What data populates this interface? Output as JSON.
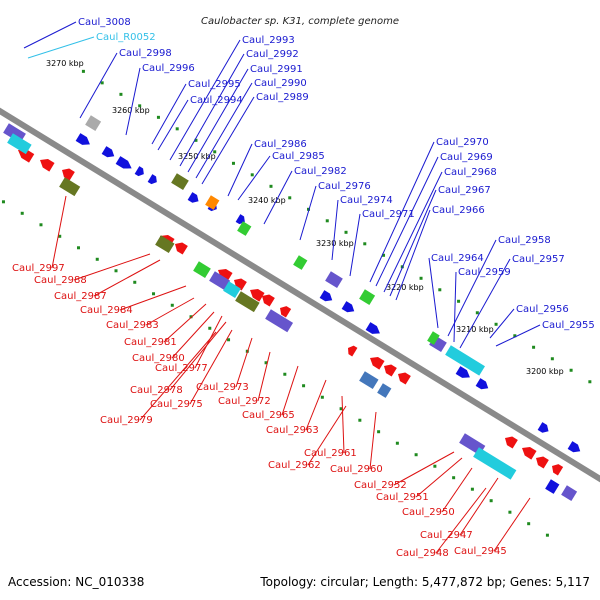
{
  "title": "Caulobacter sp. K31, complete genome",
  "footer": {
    "accession": "Accession: NC_010338",
    "summary": "Topology: circular; Length: 5,477,872 bp; Genes: 5,117"
  },
  "colors": {
    "backbone": "#8a8a8a",
    "tick": "#1f8a1f",
    "forward_label": "#1a1ad0",
    "reverse_label": "#dd1111",
    "rna_label": "#33c0e8"
  },
  "scale_labels": [
    "3270 kbp",
    "3260 kbp",
    "3250 kbp",
    "3240 kbp",
    "3230 kbp",
    "3220 kbp",
    "3210 kbp",
    "3200 kbp"
  ],
  "forward_genes": [
    "Caul_3008",
    "Caul_R0052",
    "Caul_2998",
    "Caul_2996",
    "Caul_2995",
    "Caul_2994",
    "Caul_2993",
    "Caul_2992",
    "Caul_2991",
    "Caul_2990",
    "Caul_2989",
    "Caul_2986",
    "Caul_2985",
    "Caul_2982",
    "Caul_2976",
    "Caul_2974",
    "Caul_2971",
    "Caul_2970",
    "Caul_2969",
    "Caul_2968",
    "Caul_2967",
    "Caul_2966",
    "Caul_2964",
    "Caul_2958",
    "Caul_2959",
    "Caul_2957",
    "Caul_2956",
    "Caul_2955"
  ],
  "reverse_genes": [
    "Caul_2997",
    "Caul_2988",
    "Caul_2987",
    "Caul_2984",
    "Caul_2983",
    "Caul_2981",
    "Caul_2980",
    "Caul_2977",
    "Caul_2978",
    "Caul_2975",
    "Caul_2979",
    "Caul_2973",
    "Caul_2972",
    "Caul_2965",
    "Caul_2963",
    "Caul_2961",
    "Caul_2962",
    "Caul_2960",
    "Caul_2952",
    "Caul_2951",
    "Caul_2950",
    "Caul_2947",
    "Caul_2948",
    "Caul_2945"
  ]
}
